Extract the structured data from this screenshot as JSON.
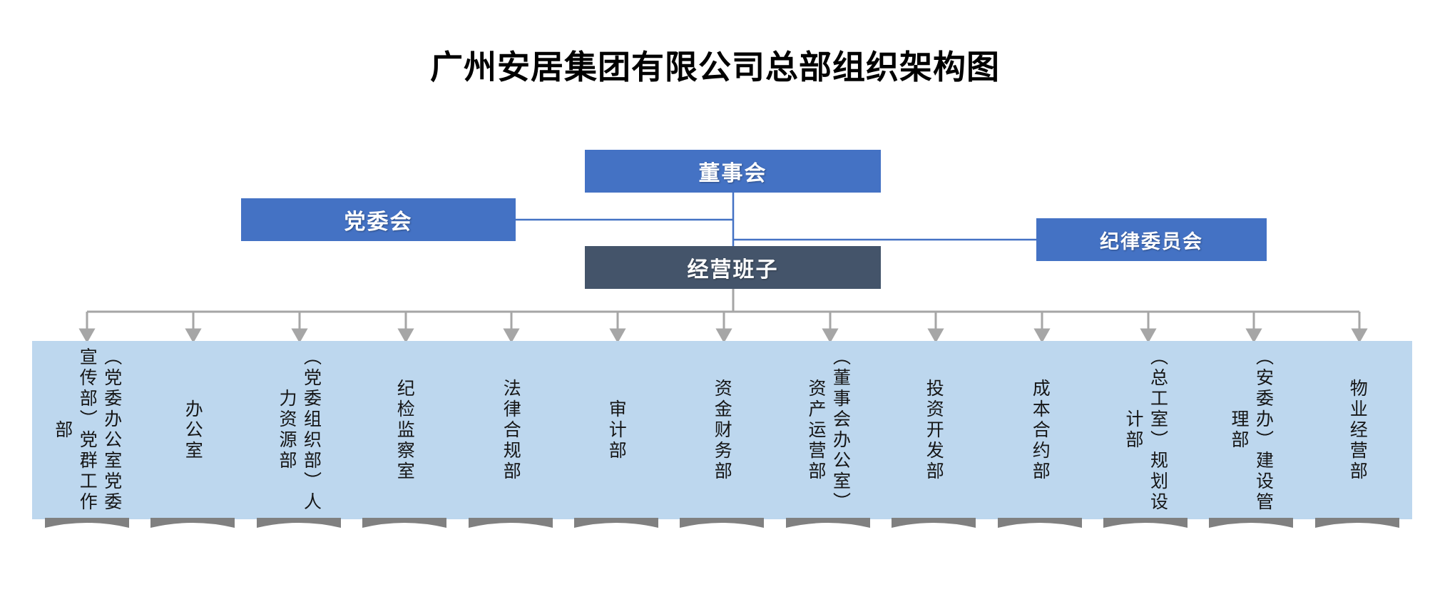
{
  "title": "广州安居集团有限公司总部组织架构图",
  "colors": {
    "accent_blue": "#4472C4",
    "dark_slate": "#44546A",
    "light_blue": "#BDD7EE",
    "connector_blue": "#4472C4",
    "connector_gray": "#A6A6A6",
    "shadow_gray": "#808080",
    "title_black": "#000000",
    "background": "#FFFFFF"
  },
  "top_level": {
    "board": "董事会",
    "party_committee": "党委会",
    "discipline_committee": "纪律委员会",
    "management_team": "经营班子"
  },
  "departments": [
    {
      "label": "（党委办公室党委宣传部）党群工作部"
    },
    {
      "label": "办公室"
    },
    {
      "label": "（党委组织部）人力资源部"
    },
    {
      "label": "纪检监察室"
    },
    {
      "label": "法律合规部"
    },
    {
      "label": "审计部"
    },
    {
      "label": "资金财务部"
    },
    {
      "label": "（董事会办公室）资产运营部"
    },
    {
      "label": "投资开发部"
    },
    {
      "label": "成本合约部"
    },
    {
      "label": "（总工室）规划设计部"
    },
    {
      "label": "（安委办）建设管理部"
    },
    {
      "label": "物业经营部"
    }
  ]
}
